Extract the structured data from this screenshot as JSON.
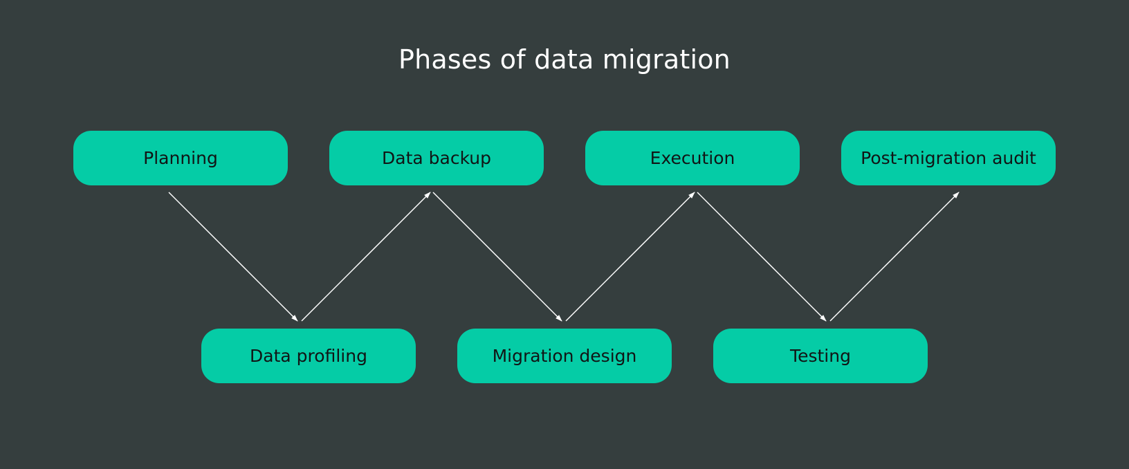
{
  "title": "Phases of data migration",
  "colors": {
    "background": "#353e3e",
    "node_fill": "#05cca6",
    "node_text": "#111515",
    "title_text": "#ffffff",
    "arrow": "#ffffff"
  },
  "nodes": [
    {
      "id": "planning",
      "label": "Planning"
    },
    {
      "id": "data-backup",
      "label": "Data backup"
    },
    {
      "id": "execution",
      "label": "Execution"
    },
    {
      "id": "post-migration-audit",
      "label": "Post-migration audit"
    },
    {
      "id": "data-profiling",
      "label": "Data profiling"
    },
    {
      "id": "migration-design",
      "label": "Migration design"
    },
    {
      "id": "testing",
      "label": "Testing"
    }
  ],
  "edges": [
    {
      "from": "planning",
      "to": "data-profiling"
    },
    {
      "from": "data-profiling",
      "to": "data-backup"
    },
    {
      "from": "data-backup",
      "to": "migration-design"
    },
    {
      "from": "migration-design",
      "to": "execution"
    },
    {
      "from": "execution",
      "to": "testing"
    },
    {
      "from": "testing",
      "to": "post-migration-audit"
    }
  ]
}
